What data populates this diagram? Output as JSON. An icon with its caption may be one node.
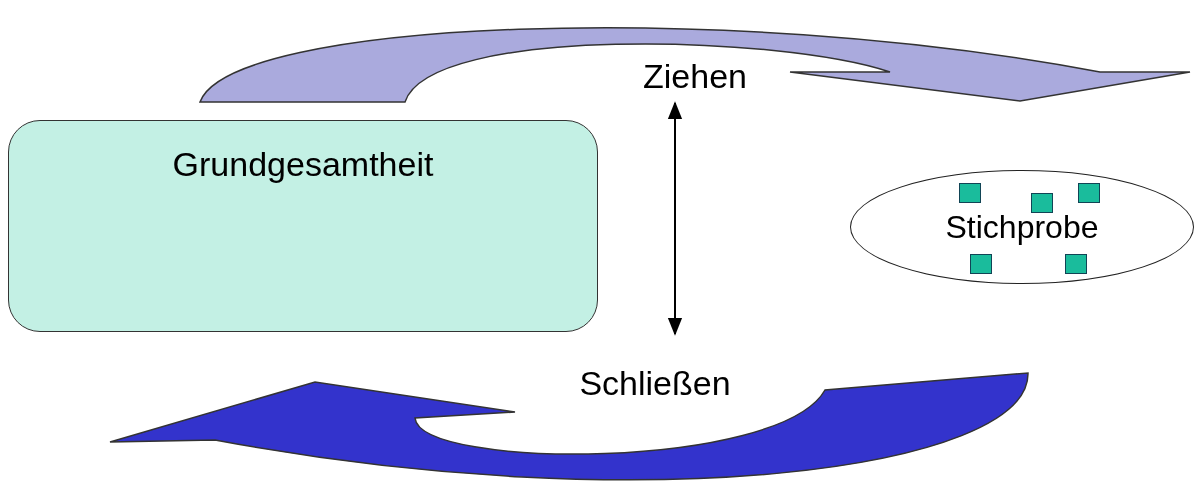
{
  "diagram": {
    "nodes": [
      {
        "text": [
          "Grundgesamtheit"
        ]
      },
      {
        "text": [
          "Ziehen"
        ]
      },
      {
        "text": [
          "Stichprobe"
        ]
      },
      {
        "text": [
          "Schließen"
        ]
      }
    ],
    "edges": [
      {
        "from": 0,
        "to": 2,
        "arrow": "to",
        "style": "thick",
        "color": "#aaaadd"
      },
      {
        "from": 1,
        "to": 3,
        "arrow": "both"
      },
      {
        "from": 2,
        "to": 0,
        "arrow": "to",
        "style": "thick",
        "color": "#3333cc"
      }
    ]
  }
}
